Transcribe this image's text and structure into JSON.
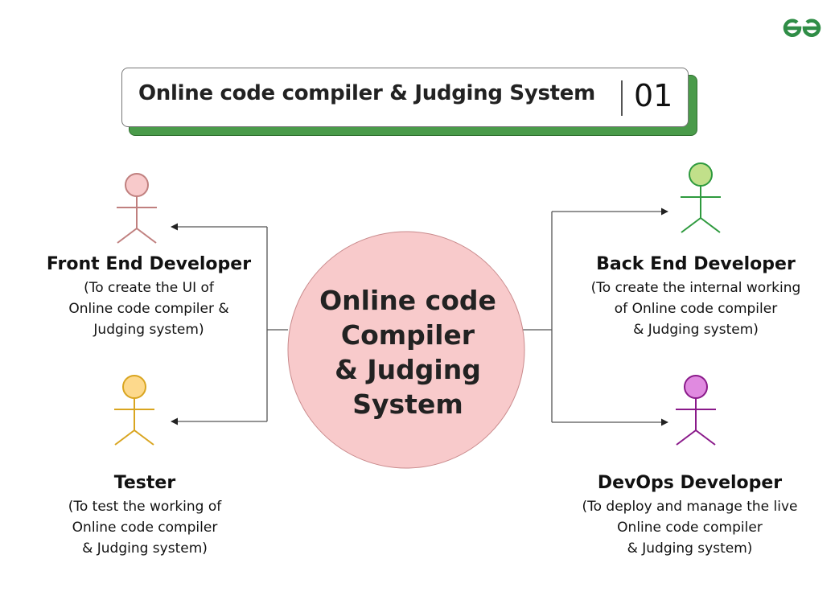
{
  "logo": {
    "icon": "geeksforgeeks-logo-icon",
    "color": "#2f8d46"
  },
  "title": {
    "text": "Online code compiler & Judging System",
    "number": "01",
    "shadow_color": "#4a9b4a"
  },
  "center": {
    "label": "Online code\nCompiler\n& Judging\nSystem",
    "lines": [
      "Online code",
      "Compiler",
      "& Judging",
      "System"
    ],
    "fill": "#f8cacb",
    "stroke": "#c98a8c"
  },
  "roles": [
    {
      "id": "front-end",
      "title": "Front End Developer",
      "description": "(To create the UI of\nOnline code compiler &\nJudging system)",
      "fill": "#f8cacb",
      "stroke": "#c0807f",
      "side": "left"
    },
    {
      "id": "tester",
      "title": "Tester",
      "description": "(To test the working of\nOnline code compiler\n& Judging system)",
      "fill": "#fdd98c",
      "stroke": "#d9a520",
      "side": "left"
    },
    {
      "id": "back-end",
      "title": "Back End Developer",
      "description": "(To create the internal working\nof Online code compiler\n& Judging system)",
      "fill": "#c1e08a",
      "stroke": "#2e9a3e",
      "side": "right"
    },
    {
      "id": "devops",
      "title": "DevOps Developer",
      "description": "(To deploy and manage the live\nOnline code compiler\n& Judging system)",
      "fill": "#e08ae0",
      "stroke": "#8a1a8a",
      "side": "right"
    }
  ]
}
